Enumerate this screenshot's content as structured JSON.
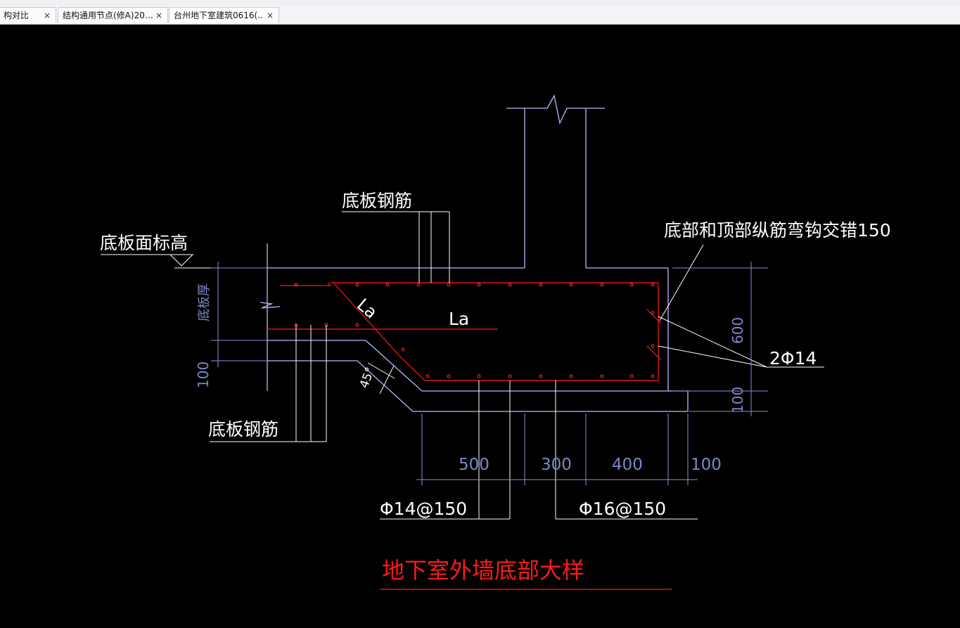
{
  "tabs": [
    {
      "label": "构对比",
      "close": "×"
    },
    {
      "label": "结构通用节点(修A)20…",
      "close": "×"
    },
    {
      "label": "台州地下室建筑0616(…",
      "close": "×"
    }
  ],
  "drawing": {
    "labels": {
      "slab_top_elevation": "底板面标高",
      "slab_rebar_top": "底板钢筋",
      "slab_rebar_bottom": "底板钢筋",
      "slab_thickness": "底板厚",
      "hook_note": "底部和顶部纵筋弯钩交错150",
      "la_sloped": "La",
      "la_horizontal": "La",
      "angle": "45°",
      "bars_2phi14": "2Φ14",
      "rebar_left": "Φ14@150",
      "rebar_right": "Φ16@150",
      "title": "地下室外墙底部大样"
    },
    "dimensions": {
      "dim_100_left": "100",
      "dim_600": "600",
      "dim_100_right": "100",
      "dim_500": "500",
      "dim_300": "300",
      "dim_400": "400",
      "dim_100_bottom": "100"
    },
    "colors": {
      "structure": "#b4bcff",
      "rebar": "#ff1a1a",
      "dimension": "#7c86c9",
      "leader": "#ffffff",
      "title": "#ff1a1a"
    }
  }
}
